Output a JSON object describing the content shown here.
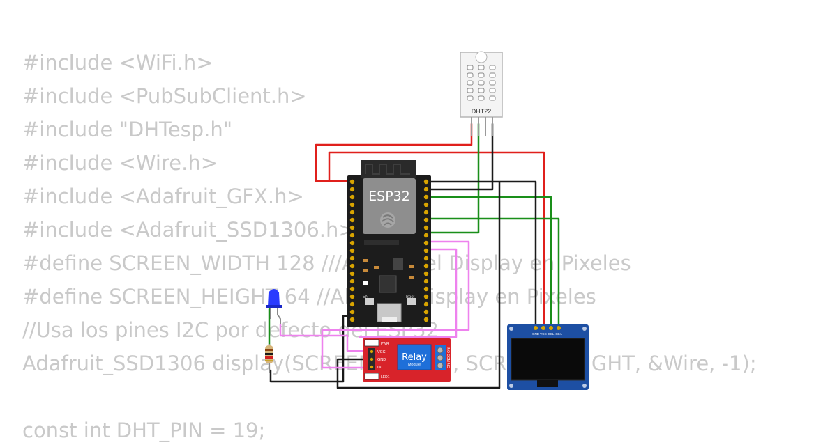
{
  "code_lines": [
    "#include <WiFi.h>",
    "#include <PubSubClient.h>",
    "#include \"DHTesp.h\"",
    "#include <Wire.h>",
    "#include <Adafruit_GFX.h>",
    "#include <Adafruit_SSD1306.h>",
    "#define SCREEN_WIDTH 128 ///Ancho del Display en Pixeles",
    "#define SCREEN_HEIGHT 64 //Alto del Display en Pixeles",
    "//Usa los pines I2C por defecto del ESP32",
    "Adafruit_SSD1306 display(SCREEN_WIDTH, SCREEN_HEIGHT, &Wire, -1);",
    "",
    "const int DHT_PIN = 19;"
  ],
  "esp32": {
    "label": "ESP32",
    "en_label": "EN",
    "boot_label": "Boot"
  },
  "dht22": {
    "label": "DHT22"
  },
  "relay": {
    "title": "Relay",
    "subtitle": "Module",
    "pins": [
      "VCC",
      "GND",
      "IN"
    ],
    "pwr_label": "PWR",
    "led_label": "LED1",
    "side_label": "NO COM NC"
  },
  "oled": {
    "pins": [
      "GND",
      "VCC",
      "SCL",
      "SDA"
    ]
  },
  "colors": {
    "code_text": "#c9c9c9",
    "wire_red": "#e0201c",
    "wire_green": "#1a8f1a",
    "wire_black": "#1a1a1a",
    "wire_pink": "#ee82ee",
    "relay_board": "#d8232a",
    "relay_block": "#1e6fd9",
    "oled_board": "#1d4fa3",
    "esp32_board": "#1c1c1c",
    "led": "#2a3bff"
  },
  "icons": [
    "esp32-chip",
    "dht22-sensor",
    "relay-module",
    "oled-display",
    "led",
    "resistor"
  ]
}
